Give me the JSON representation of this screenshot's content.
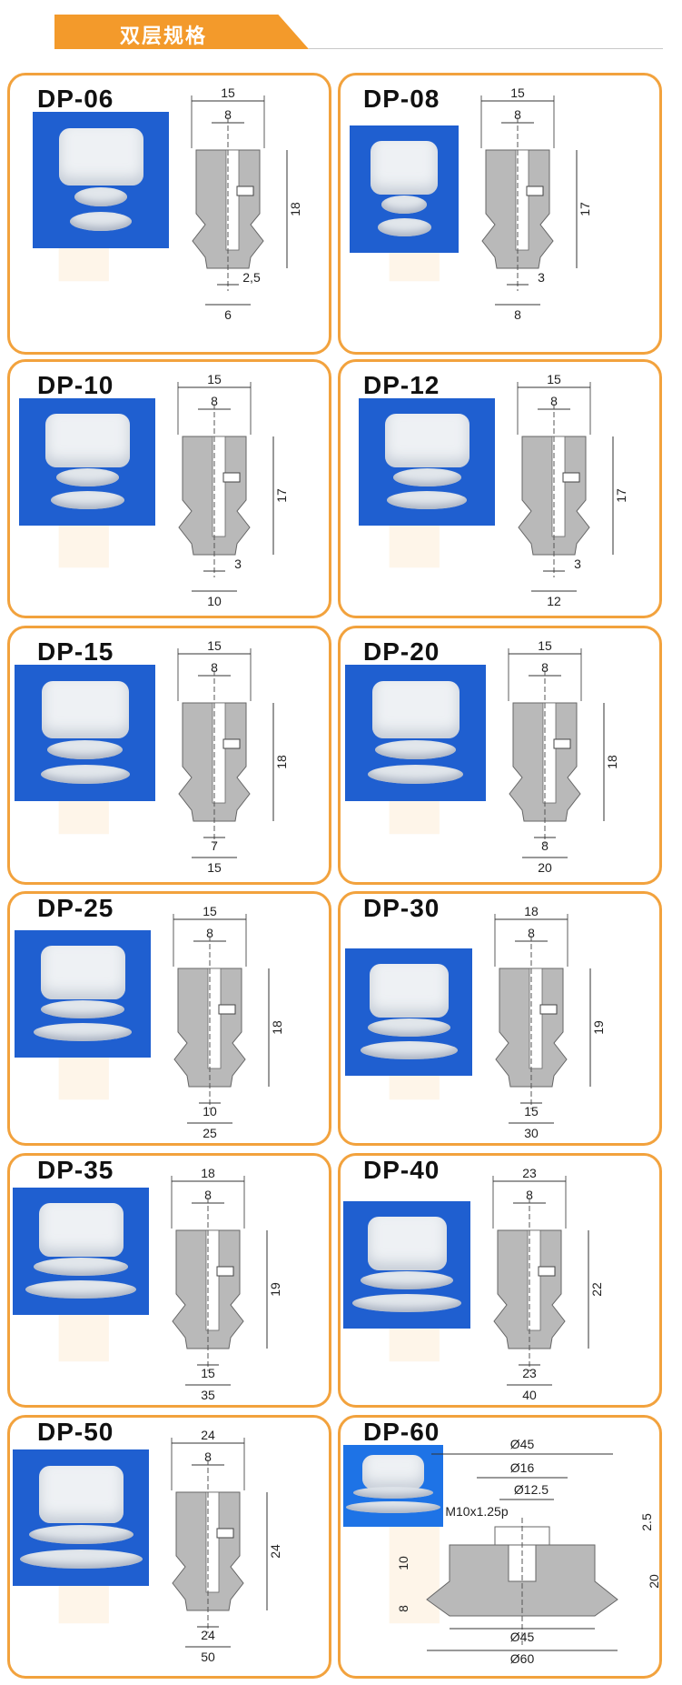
{
  "header": {
    "title": "双层规格"
  },
  "colors": {
    "accent": "#f39a2b",
    "photo_bg": "#1f5fd0",
    "drawing_fill": "#b9b9b9"
  },
  "cards": [
    {
      "model": "DP-06",
      "dims": [
        "15",
        "8",
        "18",
        "2,5",
        "6"
      ]
    },
    {
      "model": "DP-08",
      "dims": [
        "15",
        "8",
        "17",
        "3",
        "8"
      ]
    },
    {
      "model": "DP-10",
      "dims": [
        "15",
        "8",
        "17",
        "3",
        "10"
      ]
    },
    {
      "model": "DP-12",
      "dims": [
        "15",
        "8",
        "17",
        "3",
        "12"
      ]
    },
    {
      "model": "DP-15",
      "dims": [
        "15",
        "8",
        "18",
        "7",
        "15"
      ]
    },
    {
      "model": "DP-20",
      "dims": [
        "15",
        "8",
        "18",
        "8",
        "20"
      ]
    },
    {
      "model": "DP-25",
      "dims": [
        "15",
        "8",
        "18",
        "10",
        "25"
      ]
    },
    {
      "model": "DP-30",
      "dims": [
        "18",
        "8",
        "19",
        "15",
        "30"
      ]
    },
    {
      "model": "DP-35",
      "dims": [
        "18",
        "8",
        "19",
        "15",
        "35"
      ]
    },
    {
      "model": "DP-40",
      "dims": [
        "23",
        "8",
        "22",
        "23",
        "40"
      ]
    },
    {
      "model": "DP-50",
      "dims": [
        "24",
        "8",
        "24",
        "24",
        "50"
      ]
    },
    {
      "model": "DP-60",
      "dims": [
        "Ø45",
        "Ø16",
        "Ø12.5",
        "M10x1.25p",
        "2.5",
        "10",
        "20",
        "8",
        "Ø45",
        "Ø60"
      ]
    }
  ]
}
